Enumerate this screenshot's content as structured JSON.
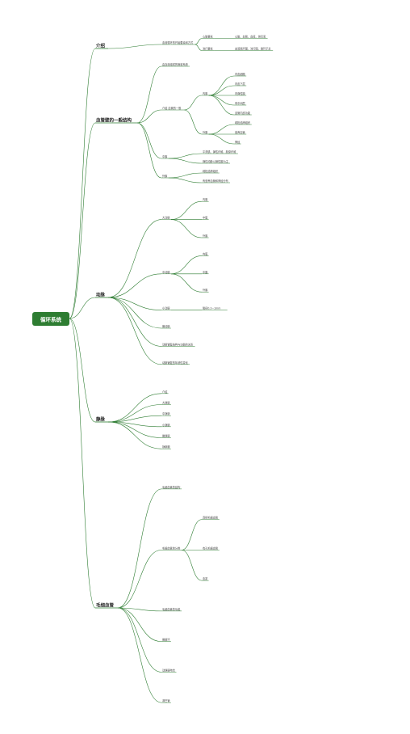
{
  "root": {
    "label": "循环系统",
    "color": "#2e7d32",
    "text_color": "#ffffff"
  },
  "branch_color": "#2e7d32",
  "sections": [
    {
      "label": "介绍",
      "nodes": [
        {
          "text": "血液循环的开始要素和方式",
          "children": [
            {
              "text": "心脏要素",
              "children": [
                {
                  "text": "心脏、血管、血液、淋巴液"
                }
              ]
            },
            {
              "text": "流行要素",
              "children": [
                {
                  "text": "血液循环图、流行图、循环示意"
                }
              ]
            }
          ]
        }
      ]
    },
    {
      "label": "血管壁的一般结构",
      "nodes": [
        {
          "text": "由血液组成的管道系统"
        },
        {
          "text": "介绍 血管的一般",
          "children": [
            {
              "text": "内膜",
              "children": [
                {
                  "text": "内皮细胞"
                },
                {
                  "text": "内皮下层"
                },
                {
                  "text": "内弹性膜"
                },
                {
                  "text": "有中间层"
                },
                {
                  "text": "血管内皮功能"
                }
              ]
            },
            {
              "text": "外膜",
              "children": [
                {
                  "text": "疏松结缔组织"
                },
                {
                  "text": "营养血管"
                },
                {
                  "text": "神经"
                }
              ]
            }
          ]
        },
        {
          "text": "中膜",
          "children": [
            {
              "text": "平滑肌、弹性纤维、胶原纤维"
            },
            {
              "text": "弹性动脉以弹性膜为主"
            }
          ]
        },
        {
          "text": "外膜",
          "children": [
            {
              "text": "疏松结缔组织"
            },
            {
              "text": "有营养血管和神经分布"
            }
          ]
        }
      ]
    },
    {
      "label": "动脉",
      "nodes": [
        {
          "text": "大动脉",
          "children": [
            {
              "text": "内膜"
            },
            {
              "text": "中膜"
            },
            {
              "text": "外膜"
            }
          ]
        },
        {
          "text": "中动脉",
          "children": [
            {
              "text": "内膜"
            },
            {
              "text": "中膜"
            },
            {
              "text": "外膜"
            }
          ]
        },
        {
          "text": "小动脉",
          "children": [
            {
              "text": "管径0.3~1mm"
            }
          ]
        },
        {
          "text": "微动脉"
        },
        {
          "text": "动脉管壁结构与功能的关系"
        },
        {
          "text": "动脉管壁的年龄性变化"
        }
      ]
    },
    {
      "label": "静脉",
      "nodes": [
        {
          "text": "介绍"
        },
        {
          "text": "大静脉"
        },
        {
          "text": "中静脉"
        },
        {
          "text": "小静脉"
        },
        {
          "text": "微静脉"
        },
        {
          "text": "静脉瓣"
        }
      ]
    },
    {
      "label": "毛细血管",
      "nodes": [
        {
          "text": "毛细血管的结构"
        },
        {
          "text": "毛细血管的分类",
          "children": [
            {
              "text": "连续毛细血管"
            },
            {
              "text": "有孔毛细血管"
            },
            {
              "text": "血窦"
            }
          ]
        },
        {
          "text": "毛细血管的功能"
        },
        {
          "text": "微循环"
        },
        {
          "text": "动静脉吻合"
        },
        {
          "text": "淋巴管"
        }
      ]
    }
  ]
}
